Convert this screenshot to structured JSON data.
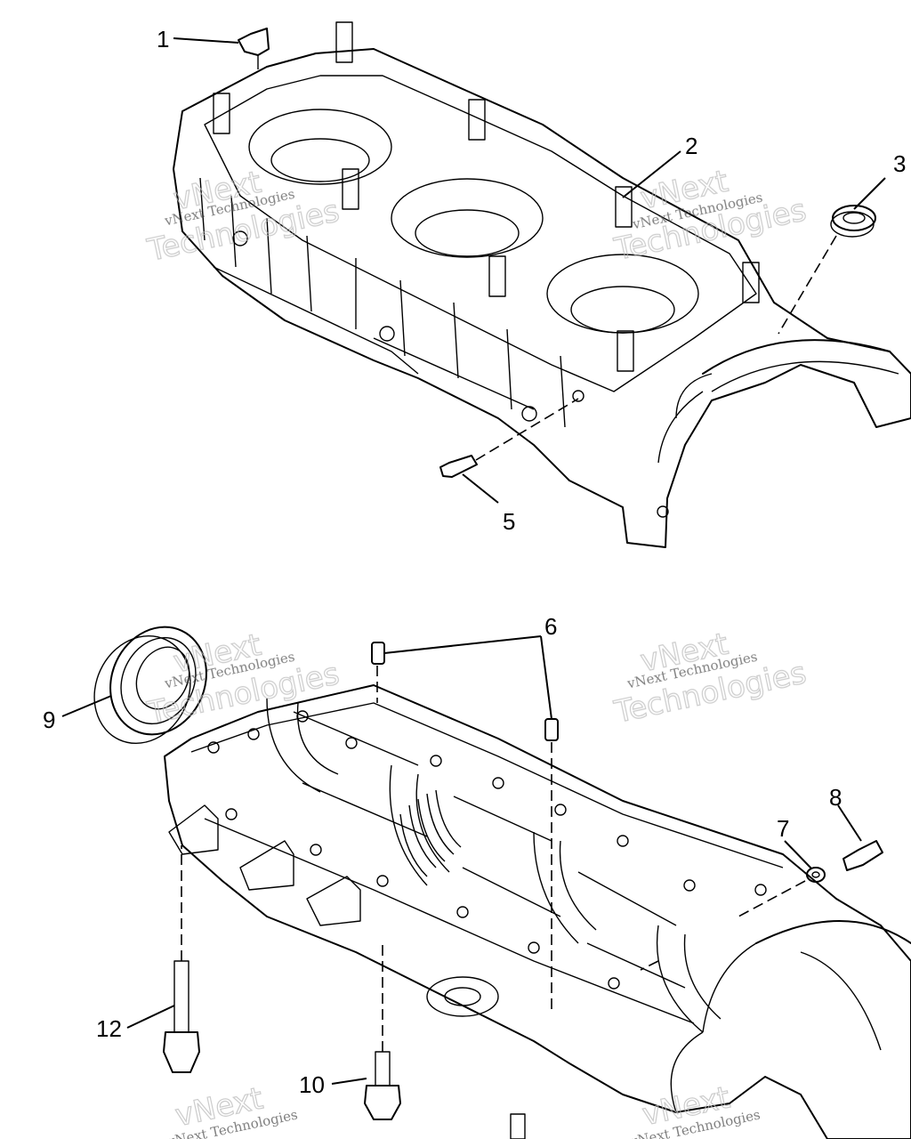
{
  "callouts": {
    "c1": "1",
    "c2": "2",
    "c3": "3",
    "c5": "5",
    "c6": "6",
    "c7": "7",
    "c8": "8",
    "c9": "9",
    "c10": "10",
    "c12": "12"
  },
  "watermark": {
    "line1": "vNext Technologies",
    "line2": "vNext",
    "line3": "Technologies"
  }
}
